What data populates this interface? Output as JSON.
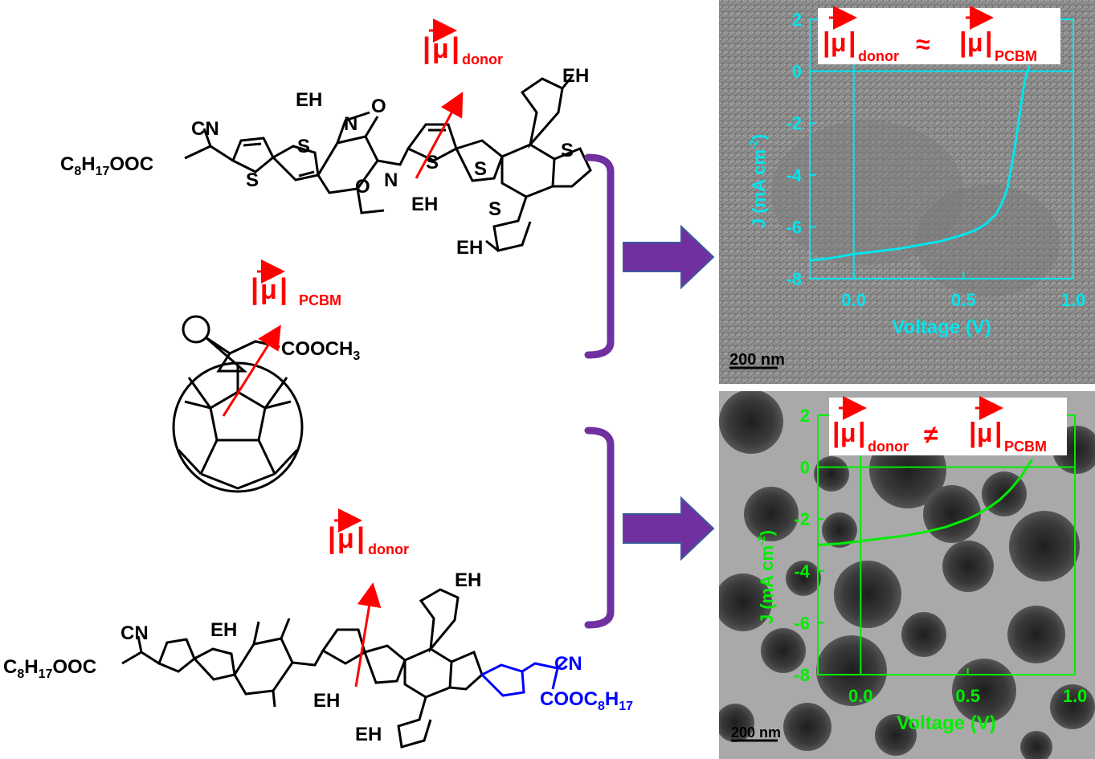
{
  "molecules": {
    "donor1": {
      "mu_sub": "donor",
      "labels": [
        "C",
        "8",
        "H",
        "17",
        "OOC",
        "CN",
        "S",
        "S",
        "S",
        "S",
        "S",
        "S",
        "EH",
        "N",
        "O",
        "N",
        "O",
        "EH",
        "EH",
        "EH"
      ]
    },
    "pcbm": {
      "mu_sub": "PCBM",
      "ester": "COOCH",
      "ester_sub": "3"
    },
    "donor2": {
      "mu_sub": "donor",
      "cn_right": "CN",
      "cooc_right": "COOC",
      "cooc_right_sub1": "8",
      "cooc_right_h": "H",
      "cooc_right_sub2": "17"
    },
    "mu_symbol": "μ"
  },
  "colors": {
    "dipole": "#ff0000",
    "bracket": "#7030a0",
    "arrow_fill": "#7030a0",
    "arrow_edge": "#3a5a9a",
    "panel1_curve": "#00e5ee",
    "panel2_curve": "#00ee00",
    "blue_group": "#0000ff"
  },
  "panels": [
    {
      "id": "top",
      "relation": "≈",
      "left_sub": "donor",
      "right_sub": "PCBM",
      "scale_bar": "200 nm",
      "chart_data": {
        "type": "line",
        "xlabel": "Voltage (V)",
        "ylabel": "J (mA cm",
        "ylabel_sup": "-2",
        "ylabel_end": ")",
        "xlim": [
          -0.2,
          1.0
        ],
        "ylim": [
          -8,
          2
        ],
        "x_ticks": [
          "0.0",
          "0.5",
          "1.0"
        ],
        "y_ticks": [
          "2",
          "0",
          "-2",
          "-4",
          "-6",
          "-8"
        ],
        "series": [
          {
            "x": [
              -0.2,
              -0.1,
              0.0,
              0.1,
              0.2,
              0.3,
              0.4,
              0.5,
              0.55,
              0.6,
              0.65,
              0.68,
              0.7,
              0.72,
              0.74,
              0.76,
              0.78,
              0.8
            ],
            "y": [
              -7.3,
              -7.2,
              -7.05,
              -6.95,
              -6.85,
              -6.7,
              -6.55,
              -6.3,
              -6.15,
              -5.9,
              -5.5,
              -5.0,
              -4.5,
              -3.6,
              -2.6,
              -1.4,
              -0.3,
              0.2
            ]
          }
        ]
      }
    },
    {
      "id": "bottom",
      "relation": "≠",
      "left_sub": "donor",
      "right_sub": "PCBM",
      "scale_bar": "200 nm",
      "chart_data": {
        "type": "line",
        "xlabel": "Voltage (V)",
        "ylabel": "J (mA cm",
        "ylabel_sup": "-2",
        "ylabel_end": ")",
        "xlim": [
          -0.2,
          1.0
        ],
        "ylim": [
          -8,
          2
        ],
        "x_ticks": [
          "0.0",
          "0.5",
          "1.0"
        ],
        "y_ticks": [
          "2",
          "0",
          "-2",
          "-4",
          "-6",
          "-8"
        ],
        "series": [
          {
            "x": [
              -0.2,
              -0.1,
              0.0,
              0.1,
              0.2,
              0.3,
              0.4,
              0.5,
              0.55,
              0.6,
              0.65,
              0.7,
              0.75,
              0.8
            ],
            "y": [
              -3.0,
              -2.95,
              -2.85,
              -2.75,
              -2.65,
              -2.5,
              -2.3,
              -2.0,
              -1.8,
              -1.55,
              -1.25,
              -0.85,
              -0.35,
              0.3
            ]
          }
        ]
      }
    }
  ]
}
